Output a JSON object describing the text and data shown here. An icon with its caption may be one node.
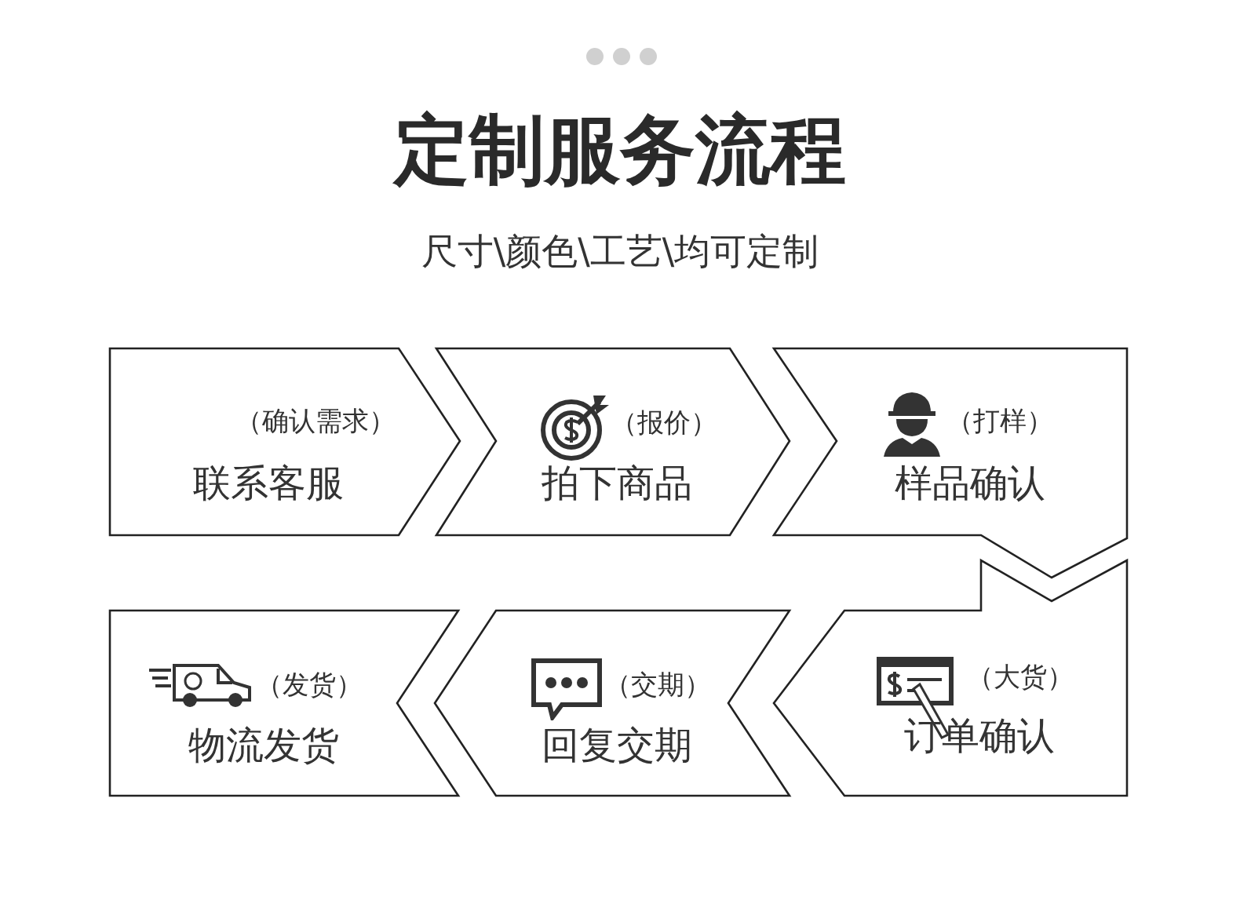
{
  "diagram": {
    "title": "定制服务流程",
    "nodes": [
      {
        "text": [
          "（确认需求）",
          "联系客服"
        ]
      },
      {
        "text": [
          "（报价）",
          "拍下商品"
        ]
      },
      {
        "text": [
          "（打样）",
          "样品确认"
        ]
      },
      {
        "text": [
          "（发货）",
          "物流发货"
        ]
      },
      {
        "text": [
          "（交期）",
          "回复交期"
        ]
      },
      {
        "text": [
          "（大货）",
          "订单确认"
        ]
      }
    ],
    "labels": [
      "尺寸\\颜色\\工艺\\均可定制"
    ]
  }
}
